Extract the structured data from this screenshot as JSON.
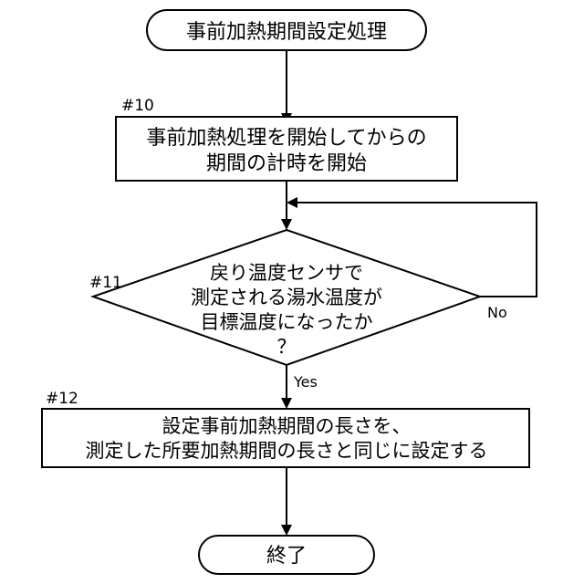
{
  "flowchart": {
    "start": {
      "label": "事前加熱期間設定処理"
    },
    "step10": {
      "id": "#10",
      "lines": [
        "事前加熱処理を開始してからの",
        "期間の計時を開始"
      ]
    },
    "step11": {
      "id": "#11",
      "lines": [
        "戻り温度センサで",
        "測定される湯水温度が",
        "目標温度になったか",
        "？"
      ],
      "yes_label": "Yes",
      "no_label": "No"
    },
    "step12": {
      "id": "#12",
      "lines": [
        "設定事前加熱期間の長さを、",
        "測定した所要加熱期間の長さと同じに設定する"
      ]
    },
    "end": {
      "label": "終了"
    }
  }
}
